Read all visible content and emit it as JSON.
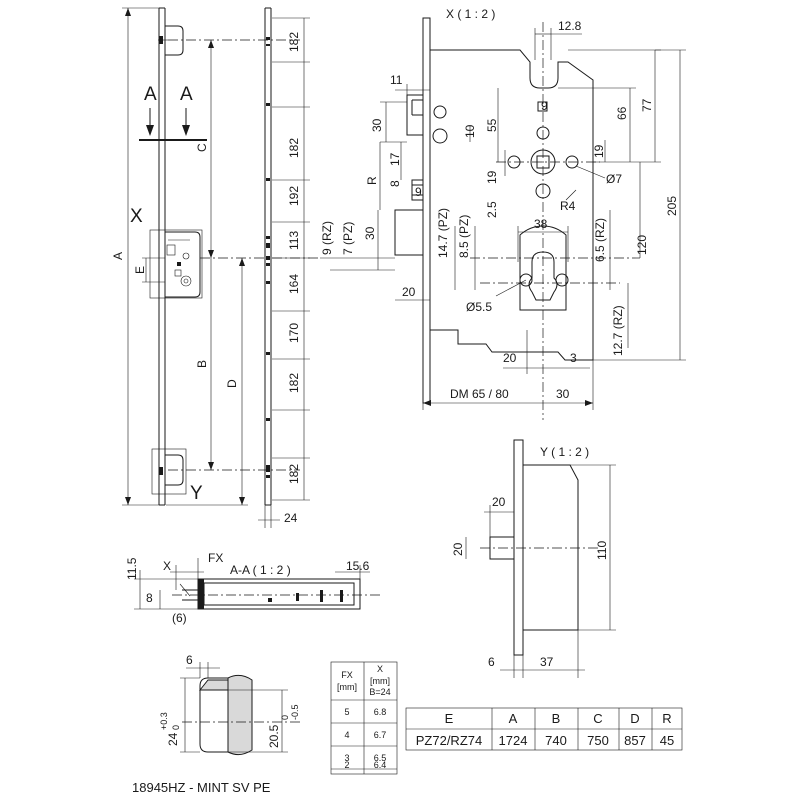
{
  "strip": {
    "dims_right": [
      "182",
      "182",
      "192",
      "113",
      "164",
      "170",
      "182",
      "182"
    ],
    "dim_bottom": "24",
    "letters": {
      "A": "A",
      "B": "B",
      "C": "C",
      "D": "D",
      "E": "E",
      "X": "X",
      "Y": "Y"
    },
    "section_arrow_labels": [
      "A",
      "A"
    ]
  },
  "detail_x": {
    "title": "X ( 1 : 2 )",
    "dims": {
      "d12_8": "12.8",
      "d11": "11",
      "d30a": "30",
      "d10": "10",
      "d55": "55",
      "d66": "66",
      "d77": "77",
      "d19a": "19",
      "d19b": "19",
      "d17": "17",
      "dR": "R",
      "d8": "8",
      "d9": "9",
      "d9b": "9",
      "d2_5": "2.5",
      "d7": "Ø7",
      "dR4": "R4",
      "d205": "205",
      "d38": "38",
      "d9rz": "9 (RZ)",
      "d7pz": "7 (PZ)",
      "d30b": "30",
      "d14_7": "14.7 (PZ)",
      "d8_5": "8.5 (PZ)",
      "d6_5": "6.5 (RZ)",
      "d120": "120",
      "d20": "20",
      "d5_5": "Ø5.5",
      "d12_7": "12.7 (RZ)",
      "d20b": "20",
      "d3": "3",
      "dDM": "DM 65 / 80",
      "d30c": "30"
    }
  },
  "detail_y": {
    "title": "Y ( 1 : 2 )",
    "dims": {
      "d20a": "20",
      "d20b": "20",
      "d110": "110",
      "d6": "6",
      "d37": "37"
    }
  },
  "section_aa": {
    "title": "A-A ( 1 : 2 )",
    "dims": {
      "d11_5": "11.5",
      "dX": "X",
      "dFX": "FX",
      "d8": "8",
      "d6p": "(6)",
      "d15_6": "15.6"
    }
  },
  "cutout": {
    "dims": {
      "d6": "6",
      "d24": "24",
      "d24tol_up": "+0.3",
      "d24tol_lo": "0",
      "d20_5": "20.5",
      "d20_5tol_up": "0",
      "d20_5tol_lo": "-0.5"
    }
  },
  "fx_table": {
    "headers": [
      "FX\n[mm]",
      "X\n[mm]\nB=24"
    ],
    "h1": [
      "FX",
      "[mm]"
    ],
    "h2": [
      "X",
      "[mm]",
      "B=24"
    ],
    "rows": [
      [
        "5",
        "6.8"
      ],
      [
        "4",
        "6.7"
      ],
      [
        "3",
        "6.5"
      ],
      [
        "2",
        "6.4"
      ]
    ]
  },
  "spec_table": {
    "headers": [
      "E",
      "A",
      "B",
      "C",
      "D",
      "R"
    ],
    "rows": [
      [
        "PZ72/RZ74",
        "1724",
        "740",
        "750",
        "857",
        "45"
      ]
    ]
  },
  "product_code": "18945HZ - MINT SV PE"
}
